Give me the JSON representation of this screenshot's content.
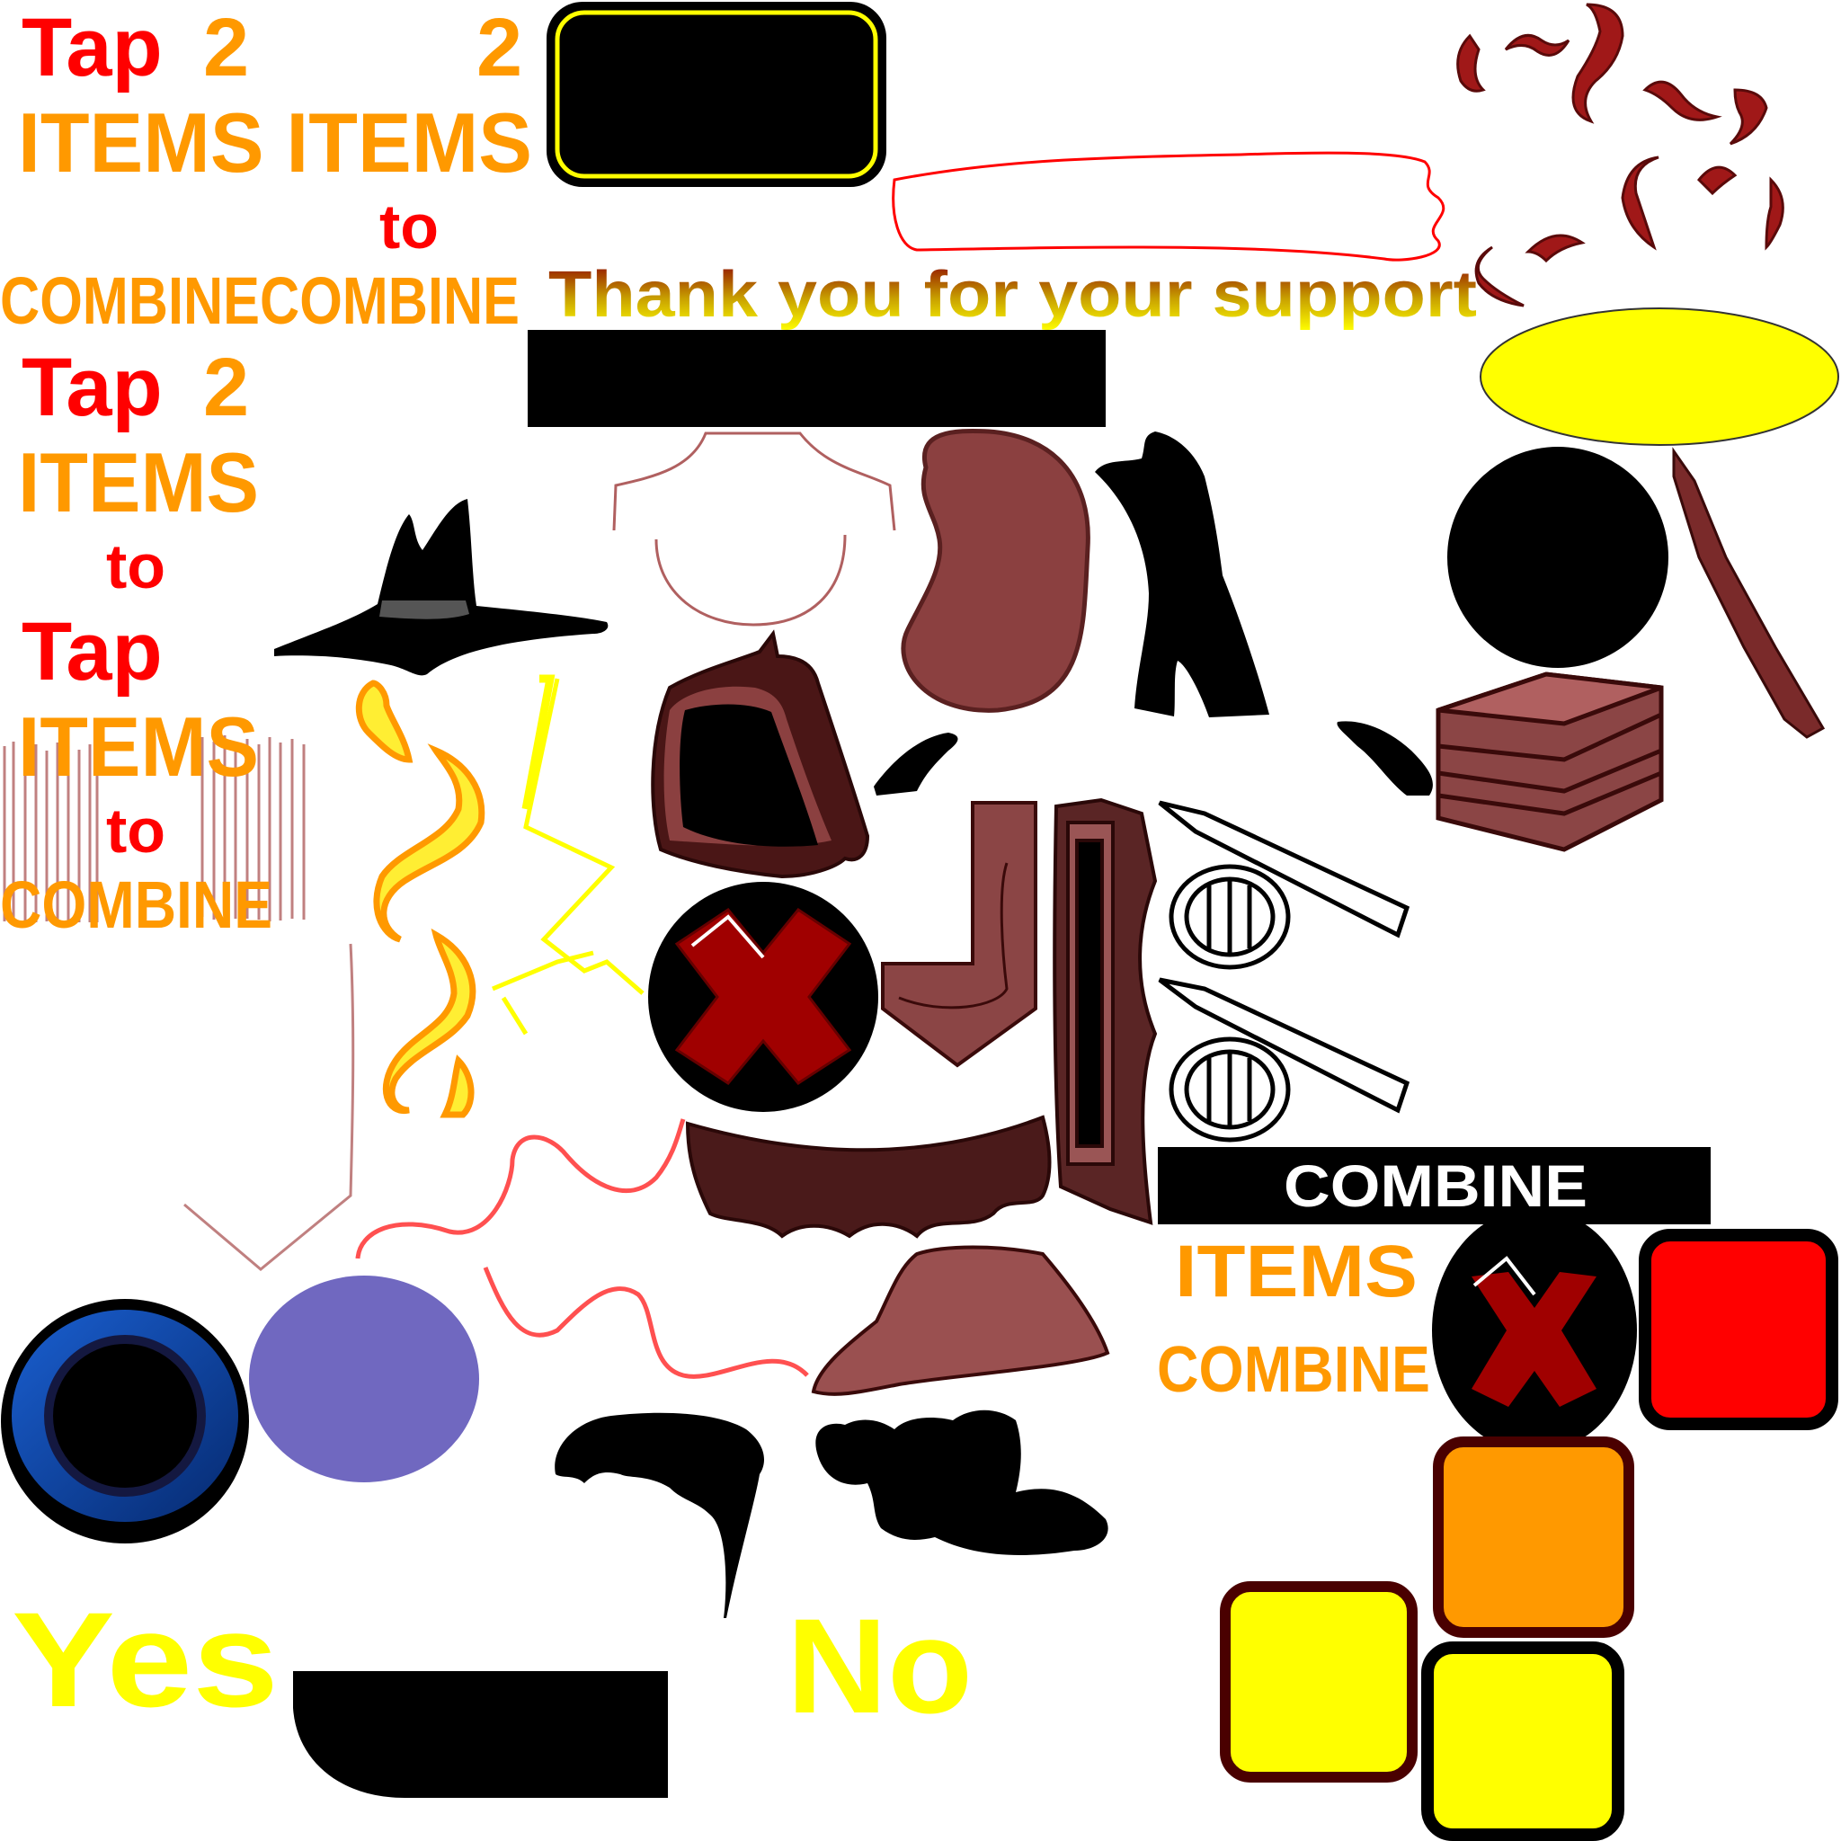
{
  "labels": {
    "tap_1": "Tap",
    "two_1": "2",
    "two_2": "2",
    "items_items": "ITEMS ITEMS",
    "to_1": "to",
    "combine_combine": "COMBINECOMBINE",
    "tap_2": "Tap",
    "two_3": "2",
    "items_2": "ITEMS",
    "to_2": "to",
    "tap_3": "Tap",
    "items_3": "ITEMS",
    "to_3": "to",
    "combine_3": "COMBINE",
    "thank_you": "Thank you for your support",
    "combine_button": "COMBINE",
    "items_4": "ITEMS",
    "combine_4": "COMBINE",
    "yes": "Yes",
    "no": "No"
  },
  "colors": {
    "red": "#ff0000",
    "orange": "#ff9900",
    "yellow": "#ffff00",
    "brown": "#8b4040",
    "dark_brown": "#4a1a1a",
    "purple": "#7068c0",
    "blue": "#0a4aa8"
  },
  "icons": [
    "close-x-icon",
    "close-x-icon"
  ]
}
